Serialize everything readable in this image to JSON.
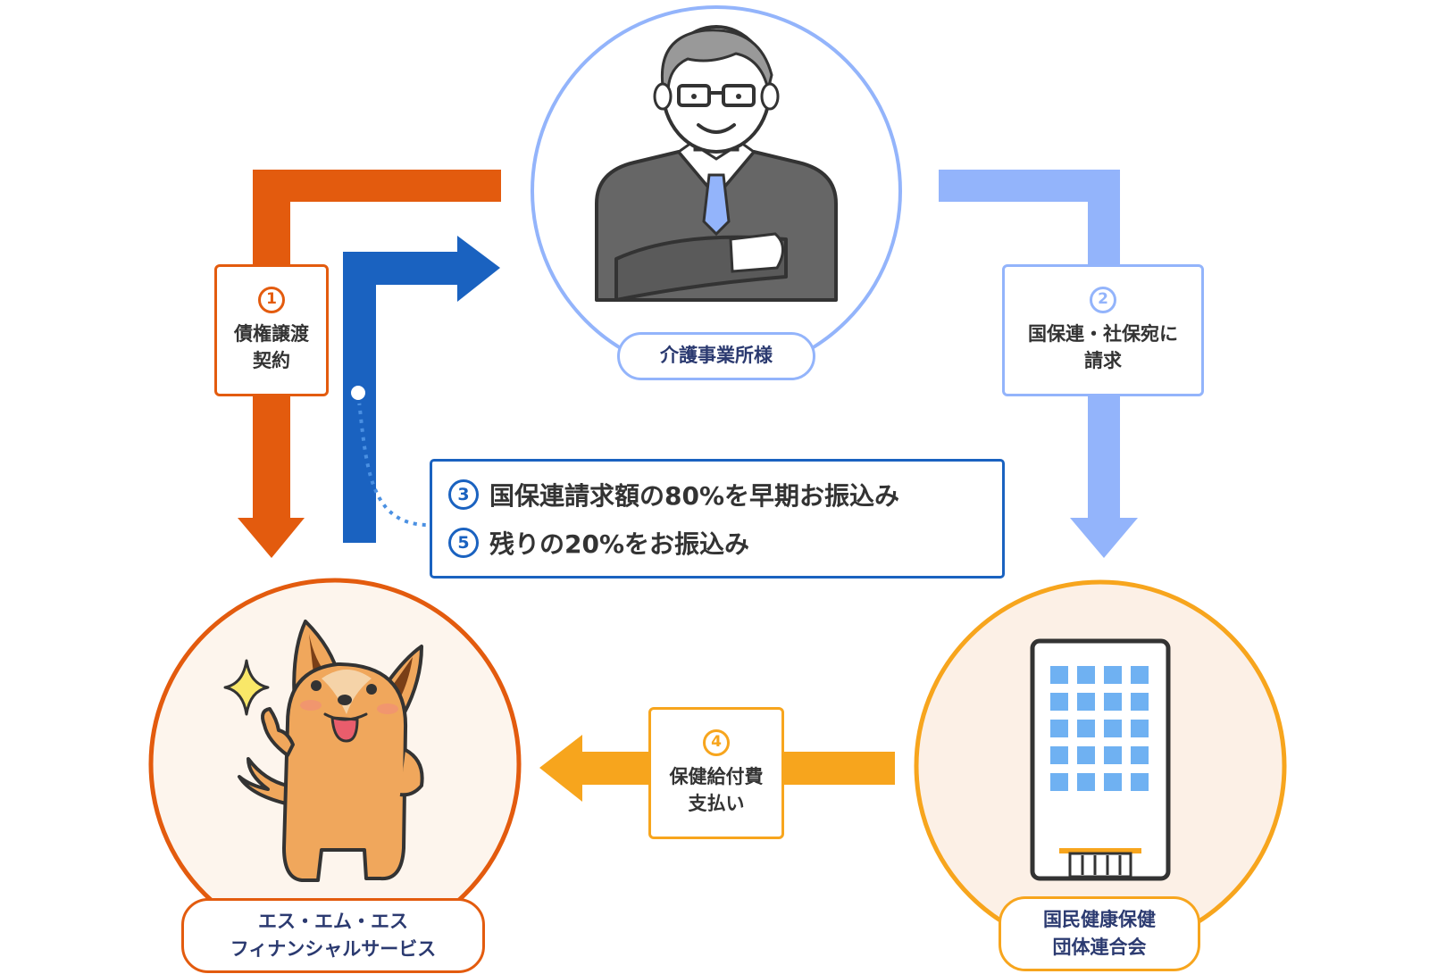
{
  "nodes": {
    "office": {
      "label": "介護事業所様"
    },
    "sms": {
      "label_line1": "エス・エム・エス",
      "label_line2": "フィナンシャルサービス"
    },
    "kokuho": {
      "label_line1": "国民健康保健",
      "label_line2": "団体連合会"
    }
  },
  "steps": [
    {
      "num": "1",
      "line1": "債権譲渡",
      "line2": "契約"
    },
    {
      "num": "2",
      "line1": "国保連・社保宛に",
      "line2": "請求"
    },
    {
      "num": "3",
      "text": "国保連請求額の80%を早期お振込み"
    },
    {
      "num": "4",
      "line1": "保健給付費",
      "line2": "支払い"
    },
    {
      "num": "5",
      "text": "残りの20%をお振込み"
    }
  ],
  "colors": {
    "orange_dark": "#e35b0e",
    "blue_dark": "#1a62c0",
    "blue_light": "#93b4fb",
    "orange_light": "#f7a51d",
    "navy_text": "#2b3a70"
  },
  "icons": {
    "office": "businessman-icon",
    "sms": "dog-mascot-icon",
    "kokuho": "building-icon",
    "sparkle": "sparkle-icon"
  }
}
